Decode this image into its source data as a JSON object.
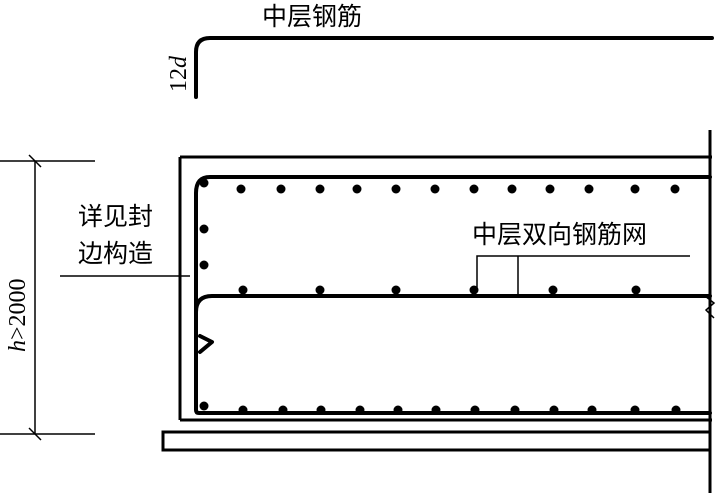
{
  "labels": {
    "top_bar_title": "中层钢筋",
    "hook_length": "12",
    "hook_length_var": "d",
    "edge_note_line1": "详见封",
    "edge_note_line2": "边构造",
    "mesh_label": "中层双向钢筋网",
    "height_var": "h",
    "height_value": ">2000"
  }
}
